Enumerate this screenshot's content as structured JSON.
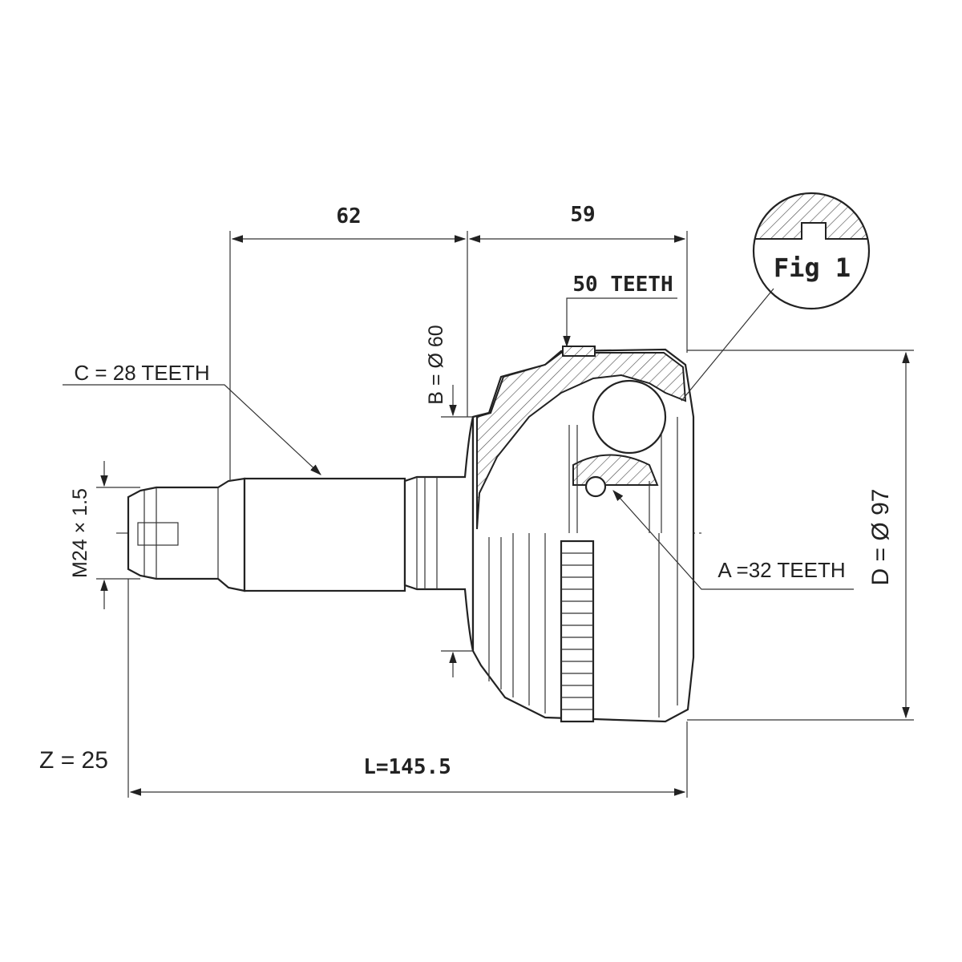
{
  "drawing": {
    "dim_62": "62",
    "dim_59": "59",
    "label_50_teeth": "50 TEETH",
    "fig_label": "Fig 1",
    "label_c": "C = 28 TEETH",
    "label_b": "B = Ø 60",
    "label_m": "M24 × 1.5",
    "label_a": "A =32 TEETH",
    "label_d": "D = Ø 97",
    "label_z": "Z = 25",
    "label_l": "L=145.5"
  }
}
